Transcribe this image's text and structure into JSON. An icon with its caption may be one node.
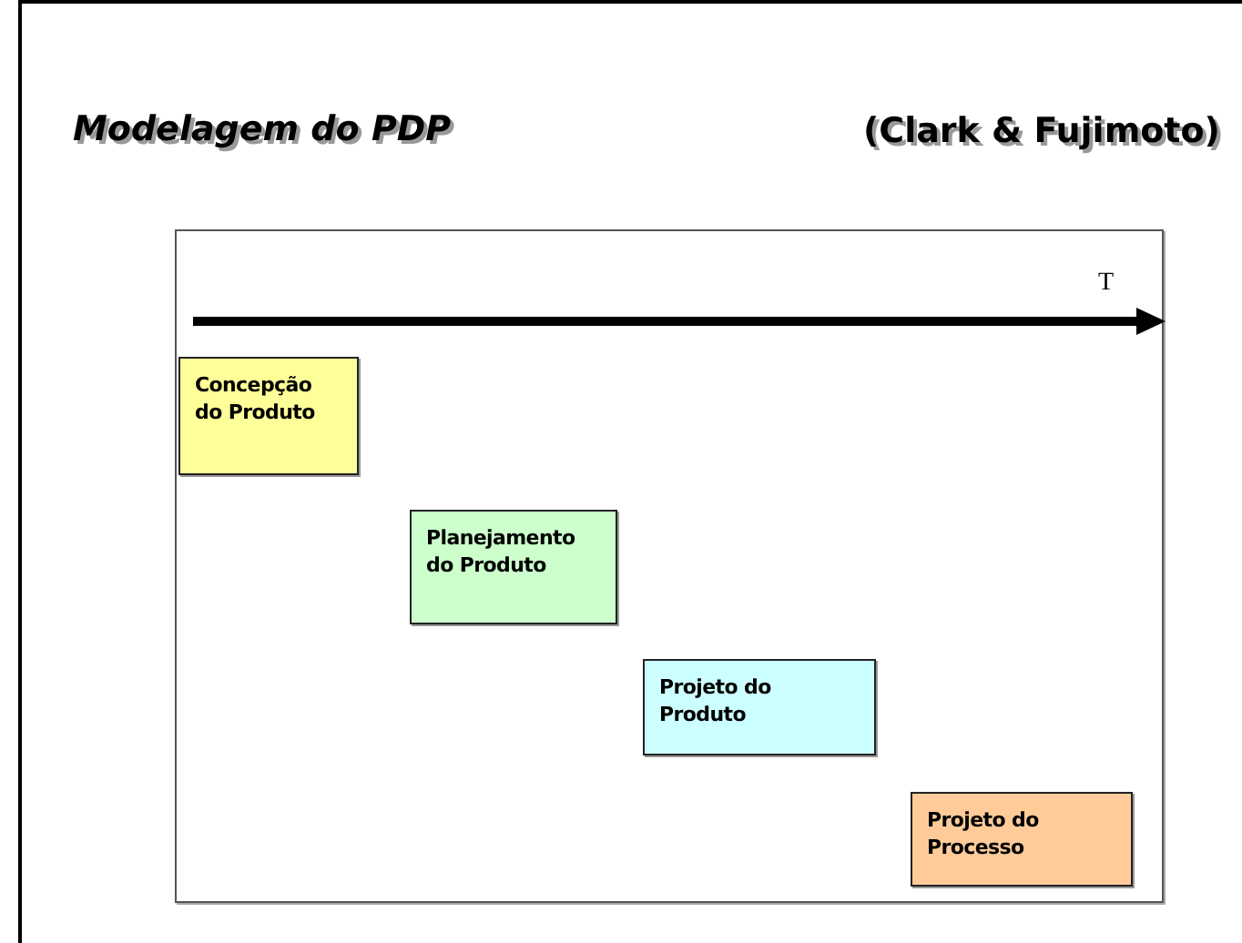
{
  "diagram": {
    "title": "Modelagem do PDP",
    "nodes": [
      {
        "text": [
          "Concepção do Produto"
        ]
      },
      {
        "text": [
          "Planejamento do Produto"
        ]
      },
      {
        "text": [
          "Projeto do Produto"
        ]
      },
      {
        "text": [
          "Projeto do Processo"
        ]
      }
    ],
    "edges": [],
    "labels": [
      "(Clark & Fujimoto)",
      "T"
    ]
  }
}
